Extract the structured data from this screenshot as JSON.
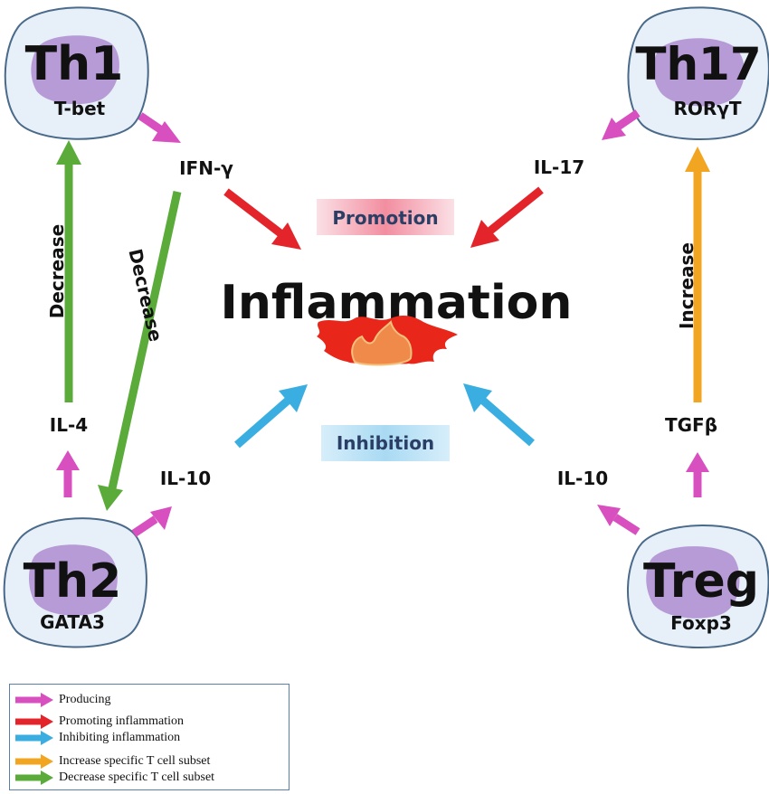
{
  "cells": [
    {
      "id": "th1",
      "name": "Th1",
      "factor": "T-bet"
    },
    {
      "id": "th17",
      "name": "Th17",
      "factor": "RORγT"
    },
    {
      "id": "th2",
      "name": "Th2",
      "factor": "GATA3"
    },
    {
      "id": "treg",
      "name": "Treg",
      "factor": "Foxp3"
    }
  ],
  "cytokines": {
    "ifn_gamma": "IFN-γ",
    "il17": "IL-17",
    "il4": "IL-4",
    "il10_left": "IL-10",
    "il10_right": "IL-10",
    "tgfb": "TGFβ"
  },
  "arrow_labels": {
    "decrease_left": "Decrease",
    "decrease_diag": "Decrease",
    "increase": "Increase"
  },
  "center": {
    "title": "Inflammation",
    "promotion": "Promotion",
    "inhibition": "Inhibition"
  },
  "legend": [
    {
      "label": "Producing",
      "color": "#d84fc0"
    },
    {
      "label": "Promoting inflammation",
      "color": "#e3242b"
    },
    {
      "label": "Inhibiting inflammation",
      "color": "#3aaee0"
    },
    {
      "label": "Increase specific T cell subset",
      "color": "#f2a520"
    },
    {
      "label": "Decrease specific T cell subset",
      "color": "#5aab3a"
    }
  ],
  "colors": {
    "producing": "#d84fc0",
    "promoting": "#e3242b",
    "inhibiting": "#3aaee0",
    "increase": "#f2a520",
    "decrease": "#5aab3a",
    "cell_fill": "#e7eff8",
    "nucleus_fill": "#b79bd6"
  }
}
